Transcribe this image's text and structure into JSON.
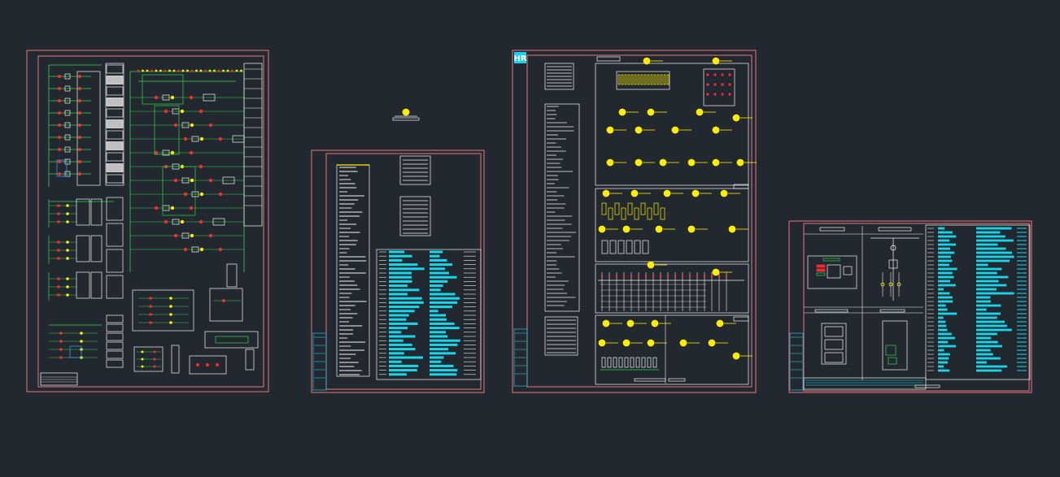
{
  "viewport": {
    "background": "#212830"
  },
  "colors": {
    "sheet_border": "#e8777d",
    "wire": "#39d44a",
    "contact": "#ff2a2a",
    "symbol": "#ffee00",
    "line": "#f4f4f4",
    "table_fill": "#17d7ea",
    "title_block": "#2bc4e0",
    "logo": "#18d0f0"
  },
  "sheets": [
    {
      "name": "sheet-1-control-schematic",
      "kind": "schematic"
    },
    {
      "name": "sheet-2-parts-list",
      "kind": "parts-list"
    },
    {
      "name": "sheet-3-symbol-legend",
      "kind": "legend"
    },
    {
      "name": "sheet-4-panel-layout",
      "kind": "panel-layout"
    }
  ],
  "sheet3": {
    "logo_text": "HR"
  }
}
